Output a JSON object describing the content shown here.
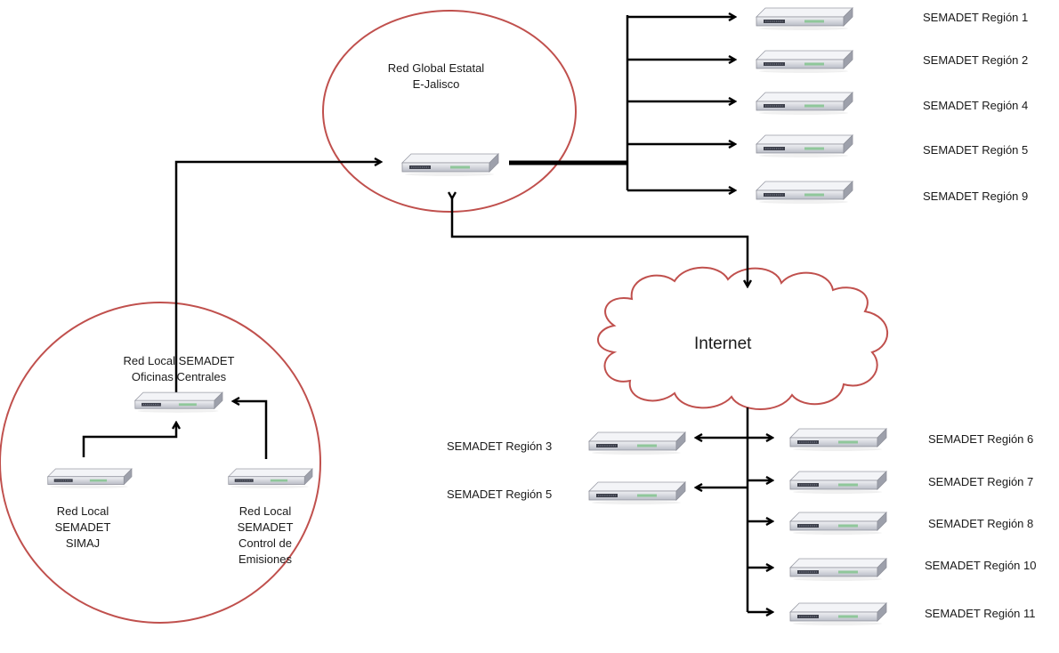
{
  "global_net": {
    "title_line1": "Red Global Estatal",
    "title_line2": "E-Jalisco"
  },
  "central": {
    "title_line1": "Red Local SEMADET",
    "title_line2": "Oficinas Centrales"
  },
  "local_simaj": [
    "Red Local",
    "SEMADET",
    "SIMAJ"
  ],
  "local_emisiones": [
    "Red Local",
    "SEMADET",
    "Control de",
    "Emisiones"
  ],
  "internet_label": "Internet",
  "regions_global": [
    "SEMADET Región 1",
    "SEMADET Región 2",
    "SEMADET Región 4",
    "SEMADET Región 5",
    "SEMADET Región 9"
  ],
  "regions_internet_left": [
    "SEMADET Región 3",
    "SEMADET Región 5"
  ],
  "regions_internet_right": [
    "SEMADET Región 6",
    "SEMADET Región 7",
    "SEMADET Región 8",
    "SEMADET Región 10",
    "SEMADET Región 11"
  ],
  "colors": {
    "circle": "#c0504d",
    "line": "#000000",
    "device_body": "#d4d6dc"
  },
  "icons": {
    "device": "network-switch-icon",
    "cloud": "cloud-icon"
  }
}
